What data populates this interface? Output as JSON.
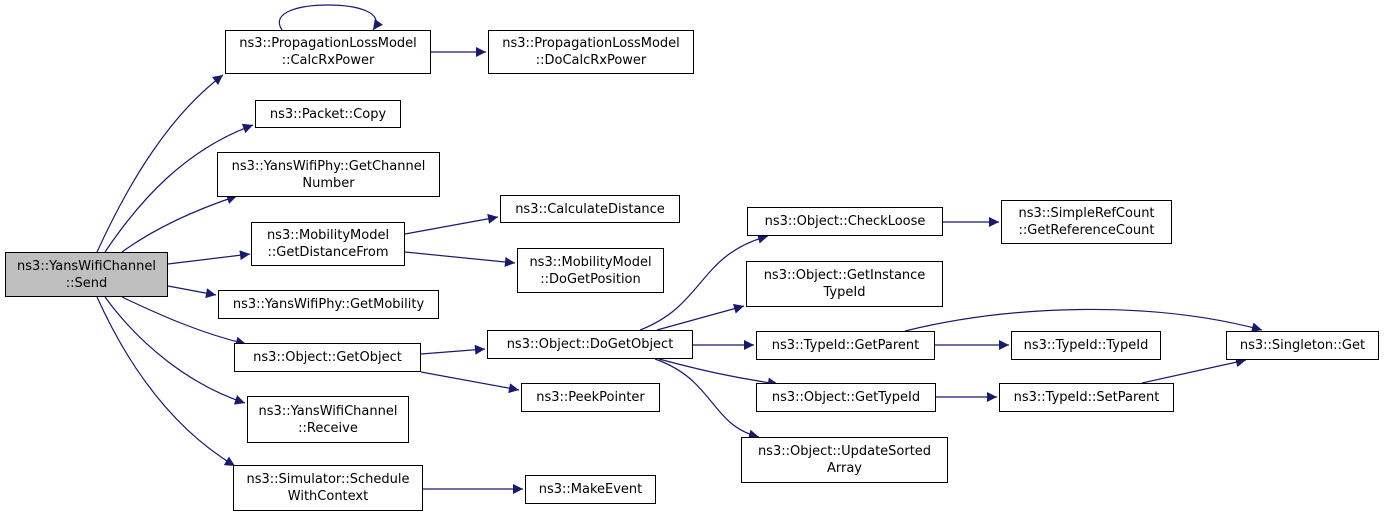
{
  "graph": {
    "nodes": [
      {
        "id": "send",
        "lines": [
          "ns3::YansWifiChannel",
          "::Send"
        ],
        "highlighted": true
      },
      {
        "id": "calc_rx",
        "lines": [
          "ns3::PropagationLossModel",
          "::CalcRxPower"
        ]
      },
      {
        "id": "do_calc_rx",
        "lines": [
          "ns3::PropagationLossModel",
          "::DoCalcRxPower"
        ]
      },
      {
        "id": "packet_copy",
        "lines": [
          "ns3::Packet::Copy"
        ]
      },
      {
        "id": "get_channel_number",
        "lines": [
          "ns3::YansWifiPhy::GetChannel",
          "Number"
        ]
      },
      {
        "id": "get_distance_from",
        "lines": [
          "ns3::MobilityModel",
          "::GetDistanceFrom"
        ]
      },
      {
        "id": "calculate_distance",
        "lines": [
          "ns3::CalculateDistance"
        ]
      },
      {
        "id": "do_get_position",
        "lines": [
          "ns3::MobilityModel",
          "::DoGetPosition"
        ]
      },
      {
        "id": "get_mobility",
        "lines": [
          "ns3::YansWifiPhy::GetMobility"
        ]
      },
      {
        "id": "get_object",
        "lines": [
          "ns3::Object::GetObject"
        ]
      },
      {
        "id": "do_get_object",
        "lines": [
          "ns3::Object::DoGetObject"
        ]
      },
      {
        "id": "peek_pointer",
        "lines": [
          "ns3::PeekPointer"
        ]
      },
      {
        "id": "receive",
        "lines": [
          "ns3::YansWifiChannel",
          "::Receive"
        ]
      },
      {
        "id": "schedule_with_context",
        "lines": [
          "ns3::Simulator::Schedule",
          "WithContext"
        ]
      },
      {
        "id": "make_event",
        "lines": [
          "ns3::MakeEvent"
        ]
      },
      {
        "id": "check_loose",
        "lines": [
          "ns3::Object::CheckLoose"
        ]
      },
      {
        "id": "get_reference_count",
        "lines": [
          "ns3::SimpleRefCount",
          "::GetReferenceCount"
        ]
      },
      {
        "id": "get_instance_type_id",
        "lines": [
          "ns3::Object::GetInstance",
          "TypeId"
        ]
      },
      {
        "id": "typeid_get_parent",
        "lines": [
          "ns3::TypeId::GetParent"
        ]
      },
      {
        "id": "typeid_typeid",
        "lines": [
          "ns3::TypeId::TypeId"
        ]
      },
      {
        "id": "singleton_get",
        "lines": [
          "ns3::Singleton::Get"
        ]
      },
      {
        "id": "object_get_type_id",
        "lines": [
          "ns3::Object::GetTypeId"
        ]
      },
      {
        "id": "typeid_set_parent",
        "lines": [
          "ns3::TypeId::SetParent"
        ]
      },
      {
        "id": "update_sorted_array",
        "lines": [
          "ns3::Object::UpdateSorted",
          "Array"
        ]
      }
    ],
    "edges": [
      {
        "from": "send",
        "to": "calc_rx"
      },
      {
        "from": "calc_rx",
        "to": "calc_rx"
      },
      {
        "from": "calc_rx",
        "to": "do_calc_rx"
      },
      {
        "from": "send",
        "to": "packet_copy"
      },
      {
        "from": "send",
        "to": "get_channel_number"
      },
      {
        "from": "send",
        "to": "get_distance_from"
      },
      {
        "from": "get_distance_from",
        "to": "calculate_distance"
      },
      {
        "from": "get_distance_from",
        "to": "do_get_position"
      },
      {
        "from": "send",
        "to": "get_mobility"
      },
      {
        "from": "send",
        "to": "get_object"
      },
      {
        "from": "get_object",
        "to": "do_get_object"
      },
      {
        "from": "get_object",
        "to": "peek_pointer"
      },
      {
        "from": "send",
        "to": "receive"
      },
      {
        "from": "send",
        "to": "schedule_with_context"
      },
      {
        "from": "schedule_with_context",
        "to": "make_event"
      },
      {
        "from": "do_get_object",
        "to": "check_loose"
      },
      {
        "from": "check_loose",
        "to": "get_reference_count"
      },
      {
        "from": "do_get_object",
        "to": "get_instance_type_id"
      },
      {
        "from": "do_get_object",
        "to": "typeid_get_parent"
      },
      {
        "from": "typeid_get_parent",
        "to": "typeid_typeid"
      },
      {
        "from": "typeid_get_parent",
        "to": "singleton_get"
      },
      {
        "from": "do_get_object",
        "to": "object_get_type_id"
      },
      {
        "from": "object_get_type_id",
        "to": "typeid_set_parent"
      },
      {
        "from": "typeid_set_parent",
        "to": "singleton_get"
      },
      {
        "from": "do_get_object",
        "to": "update_sorted_array"
      }
    ]
  },
  "colors": {
    "edge": "#191970",
    "node_border": "#000000",
    "node_fill": "#ffffff",
    "root_fill": "#bfbfbf"
  }
}
